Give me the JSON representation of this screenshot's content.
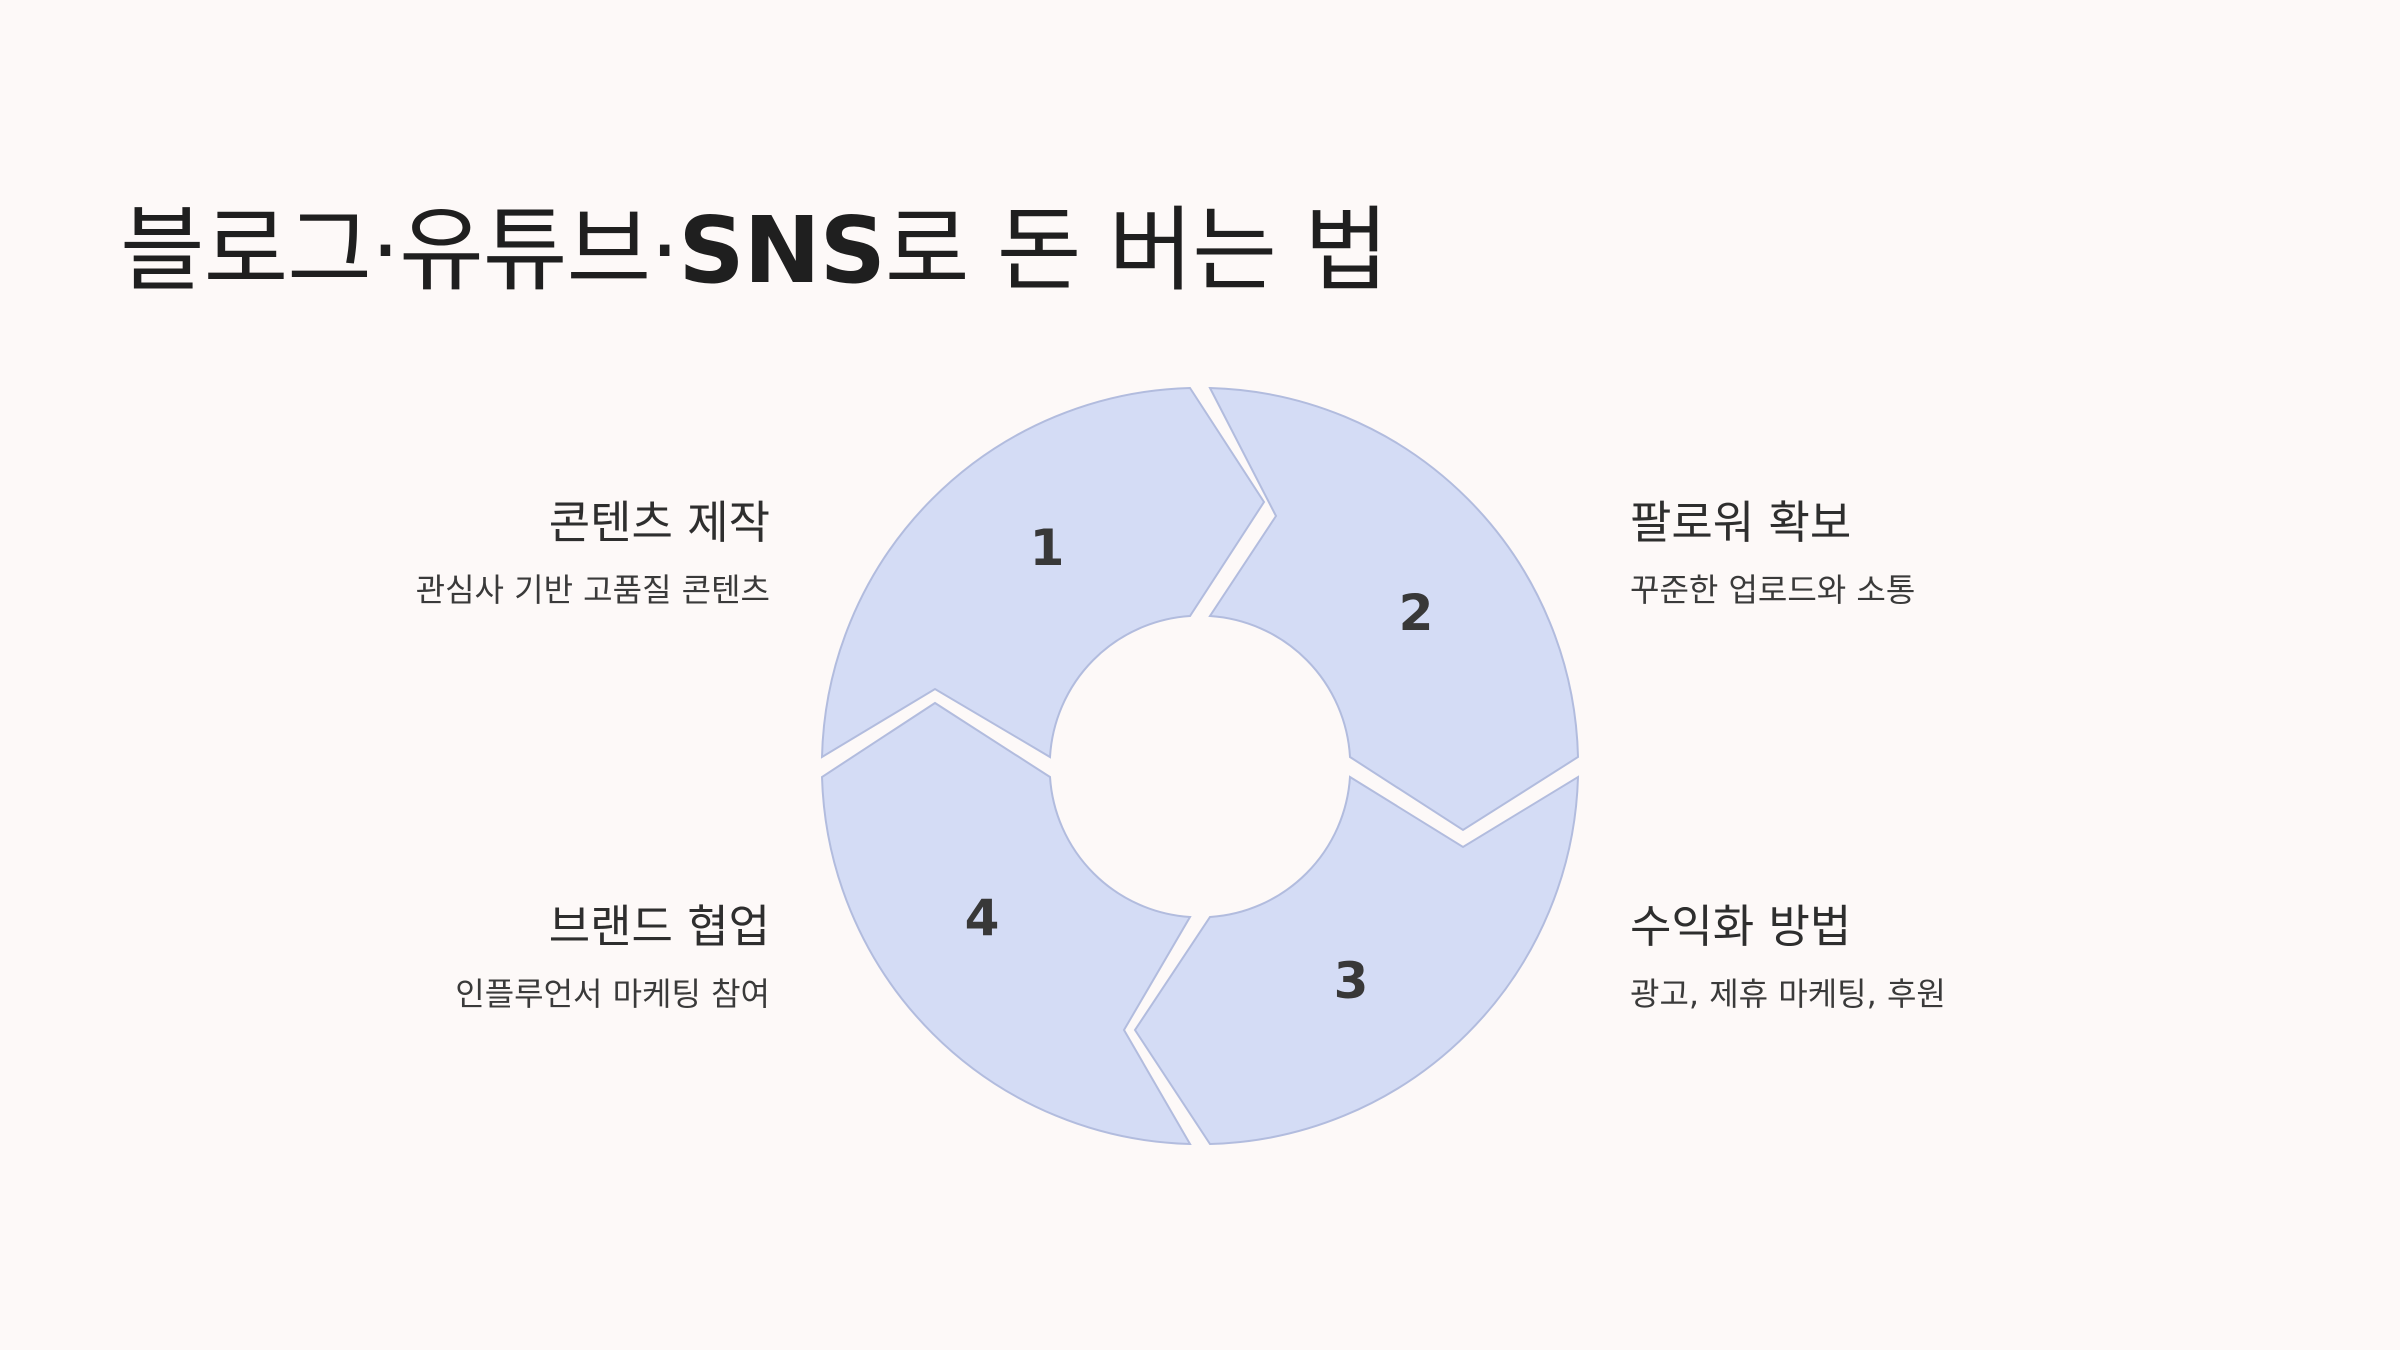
{
  "title": {
    "part1": "블로그·유튜브·",
    "part2": "SNS",
    "part3": "로 돈 버는 법"
  },
  "colors": {
    "background": "#fdf9f8",
    "segment_fill": "#d4dcf5",
    "segment_stroke": "#b2bcde",
    "text": "#2b2b2b"
  },
  "steps": [
    {
      "number": "1",
      "title": "콘텐츠 제작",
      "description": "관심사 기반 고품질 콘텐츠"
    },
    {
      "number": "2",
      "title": "팔로워 확보",
      "description": "꾸준한 업로드와 소통"
    },
    {
      "number": "3",
      "title": "수익화 방법",
      "description": "광고, 제휴 마케팅, 후원"
    },
    {
      "number": "4",
      "title": "브랜드 협업",
      "description": "인플루언서 마케팅 참여"
    }
  ]
}
